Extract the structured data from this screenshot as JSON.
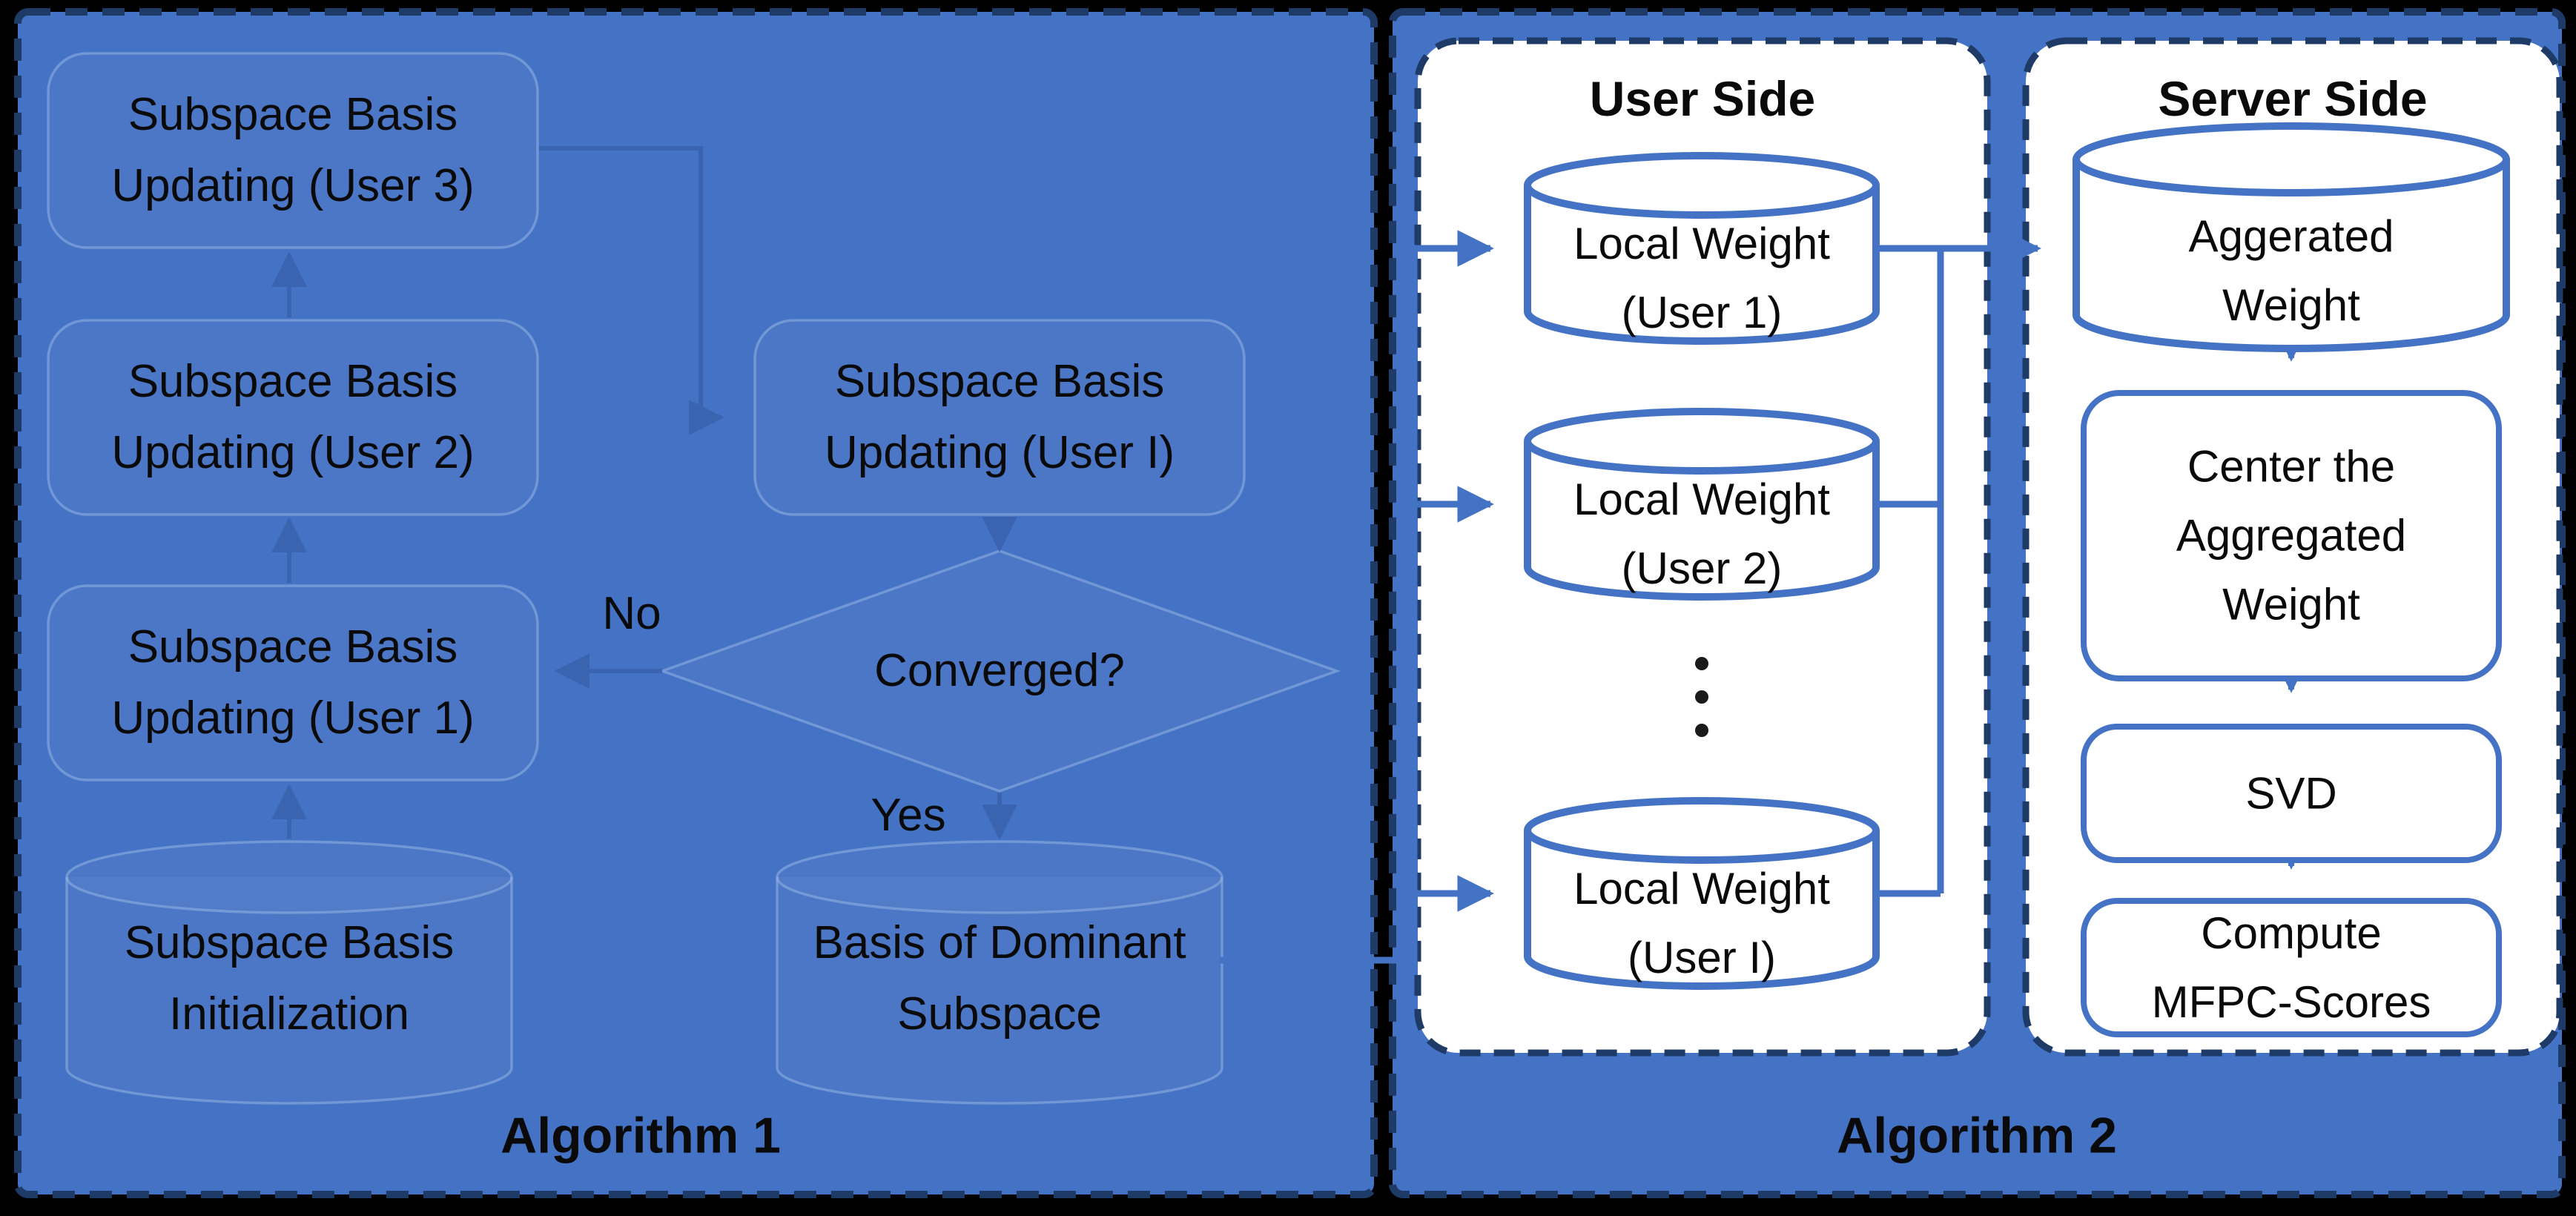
{
  "colors": {
    "page_background": "#000000",
    "panel_blue": "#4472C4",
    "dashed_border_navy": "#1E3A66",
    "shape_stroke_blue": "#4472C4",
    "white_panel": "#FFFFFF",
    "faint_shape_stroke": "rgba(150,180,228,0.55)",
    "subtle_arrow_blue": "#3A64AE",
    "text_black": "#0A0A0A"
  },
  "algorithm1": {
    "title": "Algorithm 1",
    "nodes": {
      "user3": "Subspace Basis\nUpdating (User 3)",
      "user2": "Subspace Basis\nUpdating (User 2)",
      "userI": "Subspace Basis\nUpdating (User I)",
      "user1": "Subspace Basis\nUpdating (User 1)",
      "init": "Subspace Basis\nInitialization",
      "converged": "Converged?",
      "dominant": "Basis of Dominant\nSubspace",
      "no": "No",
      "yes": "Yes"
    }
  },
  "algorithm2": {
    "title": "Algorithm 2",
    "user_side": {
      "title": "User Side",
      "cylinders": [
        "Local Weight\n(User 1)",
        "Local Weight\n(User 2)",
        "Local Weight\n(User I)"
      ],
      "ellipsis": "⋮"
    },
    "server_side": {
      "title": "Server Side",
      "aggregated": "Aggerated\nWeight",
      "center": "Center the\nAggregated\nWeight",
      "svd": "SVD",
      "compute": "Compute\nMFPC-Scores"
    }
  }
}
